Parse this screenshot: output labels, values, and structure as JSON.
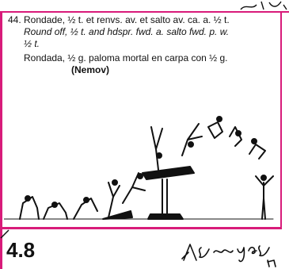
{
  "element": {
    "number": "44.",
    "french": "Rondade, ½ t. et renvs. av. et salto av. ca. a. ½ t.",
    "english_line1": "Round off, ½ t. and hdspr. fwd. a. salto fwd. p. w.",
    "english_line2": "½ t.",
    "spanish": "Rondada, ½ g. paloma mortal en carpa con ½ g.",
    "gymnast": "(Nemov)",
    "value": "4.8"
  },
  "colors": {
    "border": "#d81b7a",
    "ink": "#111111"
  },
  "icons": {
    "figure": "vault-sequence-illustration",
    "signature": "handwritten-signature"
  }
}
